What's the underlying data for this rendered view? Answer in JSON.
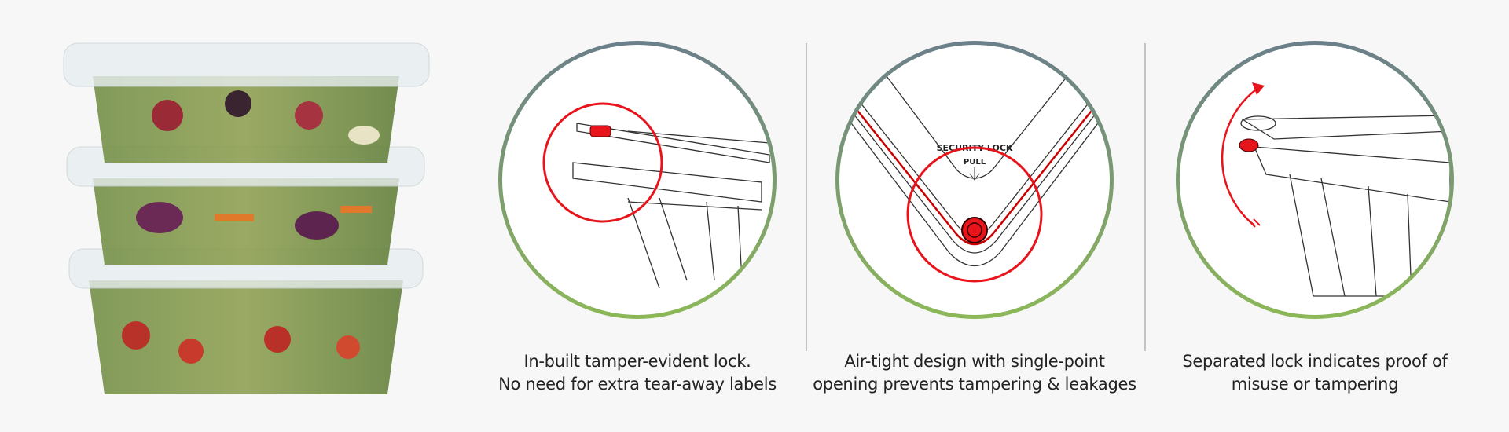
{
  "features": [
    {
      "line1": "In-built tamper-evident lock.",
      "line2": "No need for extra tear-away labels"
    },
    {
      "line1": "Air-tight design with single-point",
      "line2": "opening prevents tampering & leakages",
      "diagram_label": "SECURITY LOCK",
      "diagram_sub": "PULL"
    },
    {
      "line1": "Separated lock indicates proof of",
      "line2": "misuse or tampering"
    }
  ],
  "colors": {
    "ring_top": "#6b7f8a",
    "ring_bottom": "#8cb857",
    "highlight": "#e8141b",
    "text": "#222222"
  }
}
